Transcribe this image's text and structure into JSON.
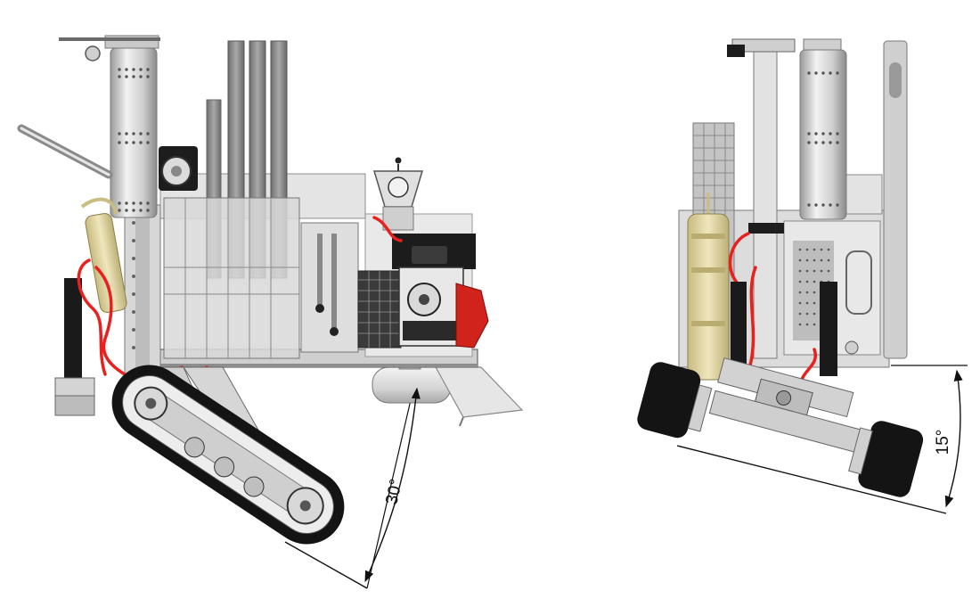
{
  "colors": {
    "background": "#ffffff",
    "frame_steel": "#c9c9c9",
    "frame_dark": "#7a7a7a",
    "track_black": "#111111",
    "hose_red": "#e8201e",
    "engine_red": "#d2221c",
    "drill_beige": "#e2d7a4",
    "outline": "#2a2a2a"
  },
  "views": {
    "side": {
      "tilt_angle": {
        "value": 30,
        "label": "30°"
      }
    },
    "front": {
      "tilt_angle": {
        "value": 15,
        "label": "15°"
      }
    }
  }
}
